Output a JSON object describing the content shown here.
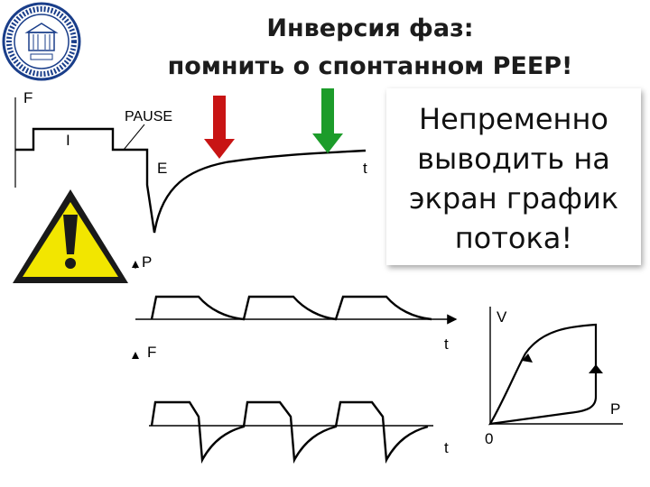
{
  "slide": {
    "title_line1": "Инверсия фаз:",
    "title_line2": "помнить о спонтанном PEEP!",
    "callout_lines": [
      "Непременно",
      "выводить на",
      "экран график",
      "потока!"
    ]
  },
  "diagram_labels": {
    "f_top": "F",
    "pause": "PAUSE",
    "i": "I",
    "e": "E",
    "t_top": "t",
    "p": "P",
    "f_mid": "F",
    "t_mid": "t",
    "t_bottom": "t",
    "v_loop": "V",
    "p_loop": "P",
    "zero": "0"
  },
  "colors": {
    "red_arrow": "#c81414",
    "green_arrow": "#1c9c2a",
    "warning_yellow": "#f2e600",
    "curve": "#000000"
  },
  "icons": {
    "logo": "university-seal-icon",
    "warning": "warning-triangle-icon",
    "red_arrow": "arrow-down-icon",
    "green_arrow": "arrow-down-icon"
  }
}
